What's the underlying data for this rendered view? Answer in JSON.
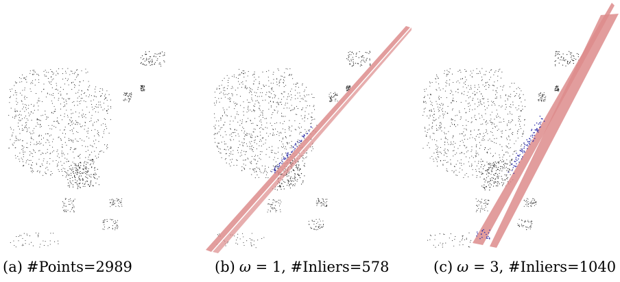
{
  "figure": {
    "colors": {
      "points": "#1a1a1a",
      "plane": "#dd8c8c",
      "inliers": "#3333aa"
    },
    "panels": [
      {
        "id": "a",
        "label": "(a)",
        "caption_text": "#Points=2989",
        "has_omega": false,
        "omega_value": "",
        "planes": 0
      },
      {
        "id": "b",
        "label": "(b)",
        "omega_value": "1",
        "caption_text": "#Inliers=578",
        "has_omega": true,
        "planes": 1
      },
      {
        "id": "c",
        "label": "(c)",
        "omega_value": "3",
        "caption_text": "#Inliers=1040",
        "has_omega": true,
        "planes": 2
      }
    ]
  }
}
